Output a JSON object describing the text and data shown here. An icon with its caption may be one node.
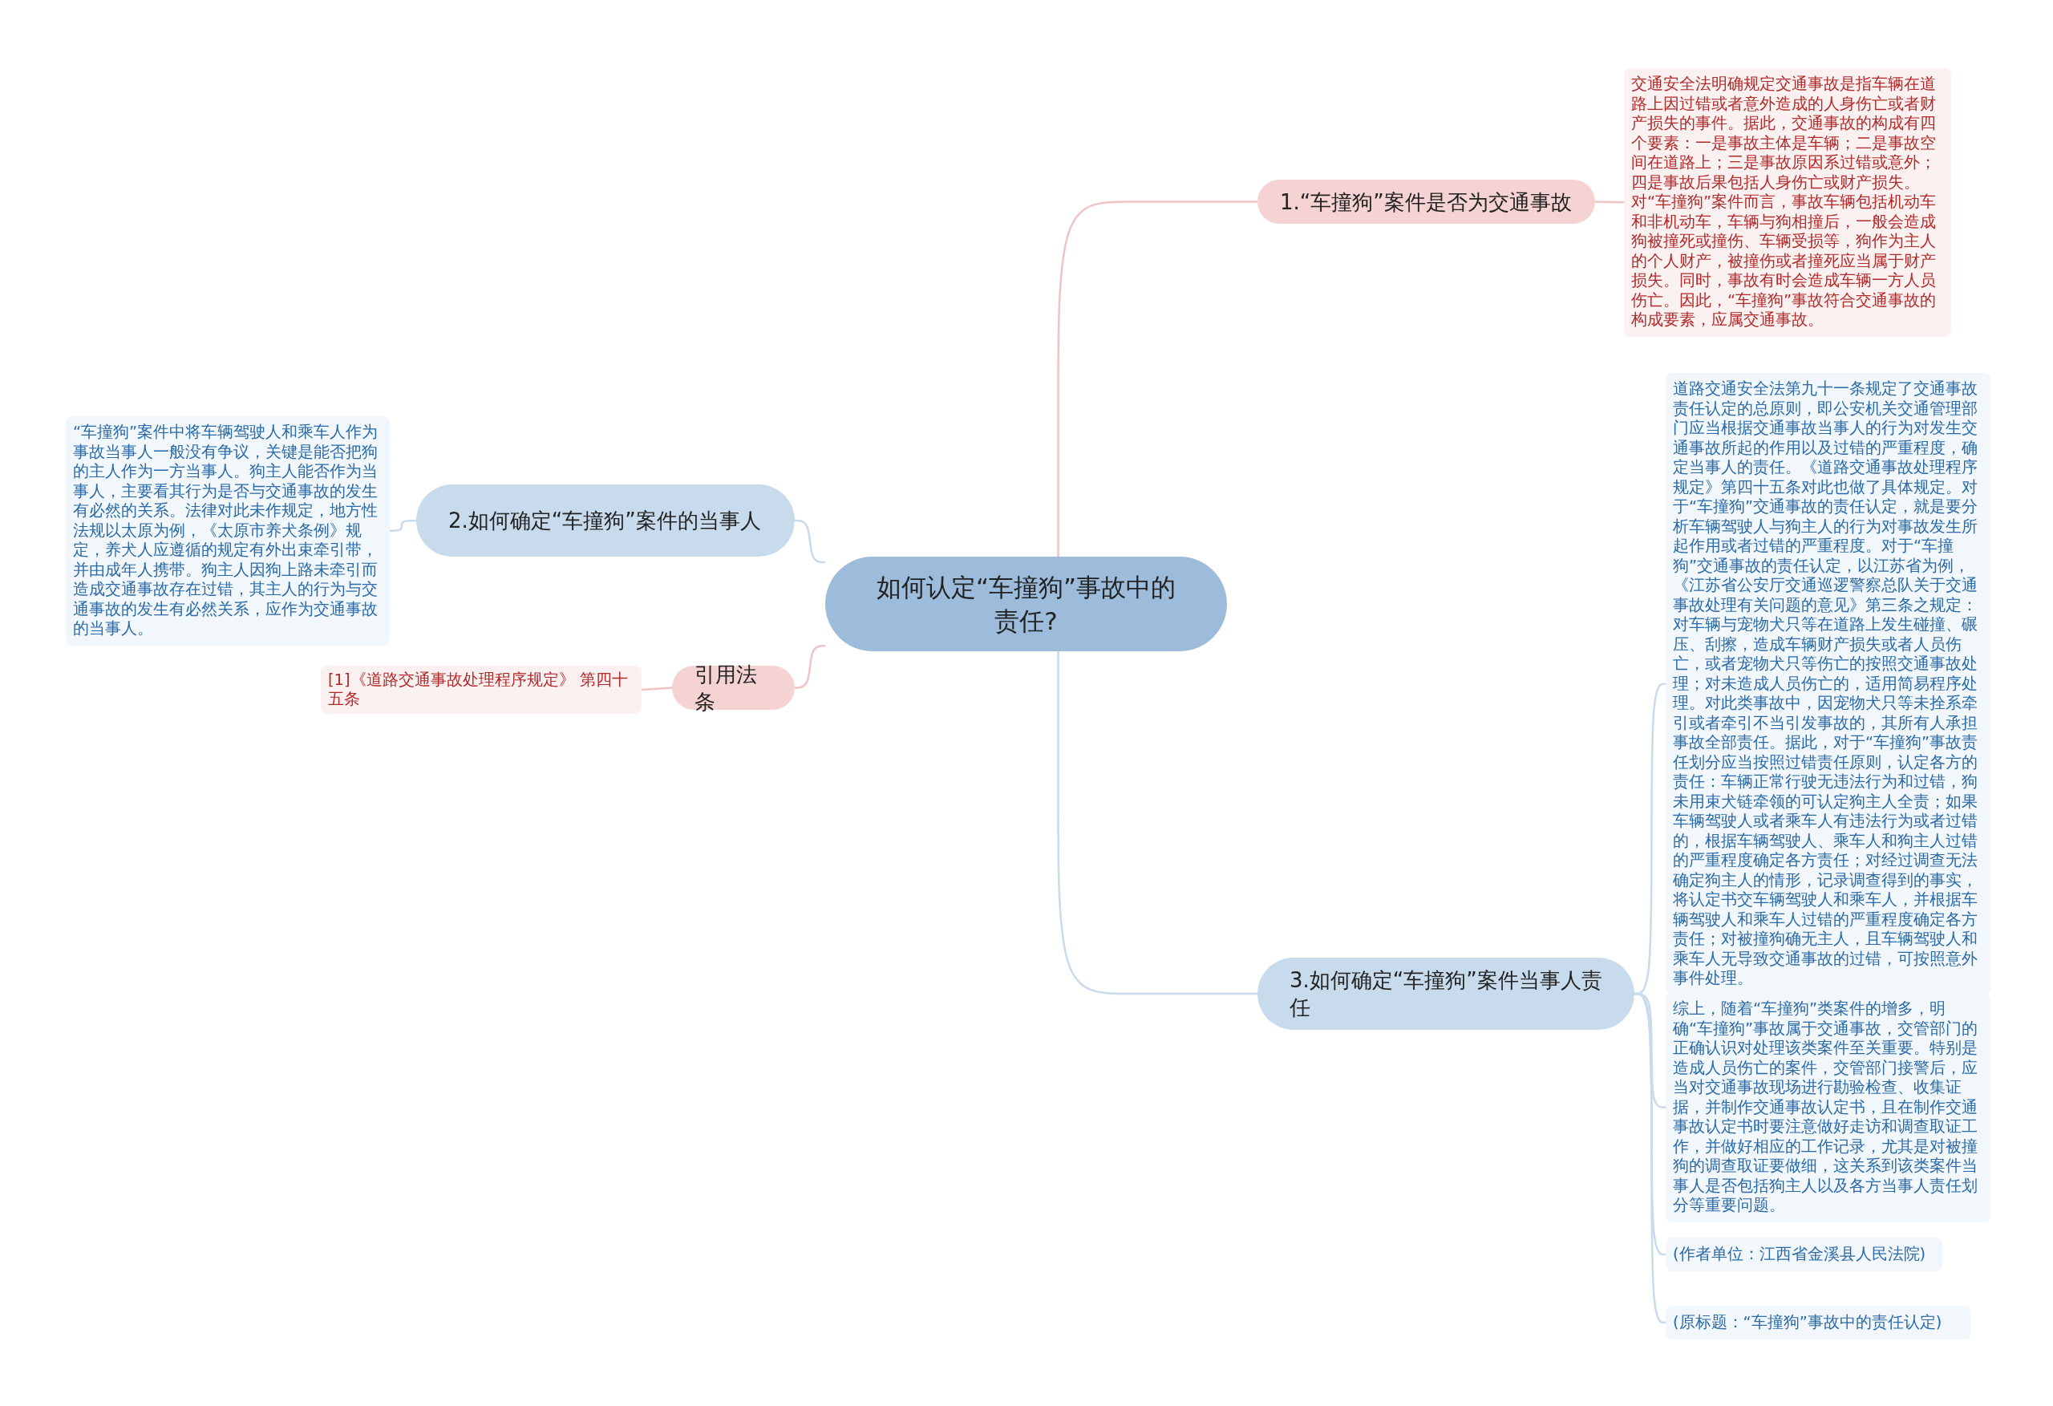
{
  "diagram": {
    "nodes": [
      {
        "text": [
          "如何认定“车撞狗”事故中的责任?"
        ]
      },
      {
        "text": [
          "1.“车撞狗”案件是否为交通事故"
        ]
      },
      {
        "text": [
          "交通安全法明确规定交通事故是指车辆在道路上因过错或者意外造成的人身伤亡或者财产损失的事件。据此，交通事故的构成有四个要素：一是事故主体是车辆；二是事故空间在道路上；三是事故原因系过错或意外；四是事故后果包括人身伤亡或财产损失。对“车撞狗”案件而言，事故车辆包括机动车和非机动车，车辆与狗相撞后，一般会造成狗被撞死或撞伤、车辆受损等，狗作为主人的个人财产，被撞伤或者撞死应当属于财产损失。同时，事故有时会造成车辆一方人员伤亡。因此，“车撞狗”事故符合交通事故的构成要素，应属交通事故。"
        ]
      },
      {
        "text": [
          "2.如何确定“车撞狗”案件的当事人"
        ]
      },
      {
        "text": [
          "“车撞狗”案件中将车辆驾驶人和乘车人作为事故当事人一般没有争议，关键是能否把狗的主人作为一方当事人。狗主人能否作为当事人，主要看其行为是否与交通事故的发生有必然的关系。法律对此未作规定，地方性法规以太原为例，《太原市养犬条例》规定，养犬人应遵循的规定有外出束牵引带，并由成年人携带。狗主人因狗上路未牵引而造成交通事故存在过错，其主人的行为与交通事故的发生有必然关系，应作为交通事故的当事人。"
        ]
      },
      {
        "text": [
          "引用法条"
        ]
      },
      {
        "text": [
          "[1]《道路交通事故处理程序规定》 第四十五条"
        ]
      },
      {
        "text": [
          "3.如何确定“车撞狗”案件当事人责任"
        ]
      },
      {
        "text": [
          "道路交通安全法第九十一条规定了交通事故责任认定的总原则，即公安机关交通管理部门应当根据交通事故当事人的行为对发生交通事故所起的作用以及过错的严重程度，确定当事人的责任。《道路交通事故处理程序规定》第四十五条对此也做了具体规定。对于“车撞狗”交通事故的责任认定，就是要分析车辆驾驶人与狗主人的行为对事故发生所起作用或者过错的严重程度。对于“车撞狗”交通事故的责任认定，以江苏省为例，《江苏省公安厅交通巡逻警察总队关于交通事故处理有关问题的意见》第三条之规定：对车辆与宠物犬只等在道路上发生碰撞、碾压、刮擦，造成车辆财产损失或者人员伤亡，或者宠物犬只等伤亡的按照交通事故处理；对未造成人员伤亡的，适用简易程序处理。对此类事故中，因宠物犬只等未拴系牵引或者牵引不当引发事故的，其所有人承担事故全部责任。据此，对于“车撞狗”事故责任划分应当按照过错责任原则，认定各方的责任：车辆正常行驶无违法行为和过错，狗未用束犬链牵领的可认定狗主人全责；如果车辆驾驶人或者乘车人有违法行为或者过错的，根据车辆驾驶人、乘车人和狗主人过错的严重程度确定各方责任；对经过调查无法确定狗主人的情形，记录调查得到的事实，将认定书交车辆驾驶人和乘车人，并根据车辆驾驶人和乘车人过错的严重程度确定各方责任；对被撞狗确无主人，且车辆驾驶人和乘车人无导致交通事故的过错，可按照意外事件处理。"
        ]
      },
      {
        "text": [
          "综上，随着“车撞狗”类案件的增多，明确“车撞狗”事故属于交通事故，交管部门的正确认识对处理该类案件至关重要。特别是造成人员伤亡的案件，交管部门接警后，应当对交通事故现场进行勘验检查、收集证据，并制作交通事故认定书，且在制作交通事故认定书时要注意做好走访和调查取证工作，并做好相应的工作记录，尤其是对被撞狗的调查取证要做细，这关系到该类案件当事人是否包括狗主人以及各方当事人责任划分等重要问题。"
        ]
      },
      {
        "text": [
          "(作者单位：江西省金溪县人民法院)"
        ]
      },
      {
        "text": [
          "(原标题：“车撞狗”事故中的责任认定)"
        ]
      }
    ],
    "edges": [
      {
        "from": 0,
        "to": 1,
        "arrow": "none",
        "color": "#f0c4c4"
      },
      {
        "from": 1,
        "to": 2,
        "arrow": "none",
        "color": "#f0c4c4"
      },
      {
        "from": 0,
        "to": 3,
        "arrow": "none"
      },
      {
        "from": 3,
        "to": 4,
        "arrow": "none"
      },
      {
        "from": 0,
        "to": 5,
        "arrow": "none",
        "color": "#f0c4c4"
      },
      {
        "from": 5,
        "to": 6,
        "arrow": "none",
        "color": "#f0c4c4"
      },
      {
        "from": 0,
        "to": 7,
        "arrow": "none"
      },
      {
        "from": 7,
        "to": 8,
        "arrow": "none"
      },
      {
        "from": 7,
        "to": 9,
        "arrow": "none"
      },
      {
        "from": 7,
        "to": 10,
        "arrow": "none"
      },
      {
        "from": 7,
        "to": 11,
        "arrow": "none"
      }
    ]
  }
}
